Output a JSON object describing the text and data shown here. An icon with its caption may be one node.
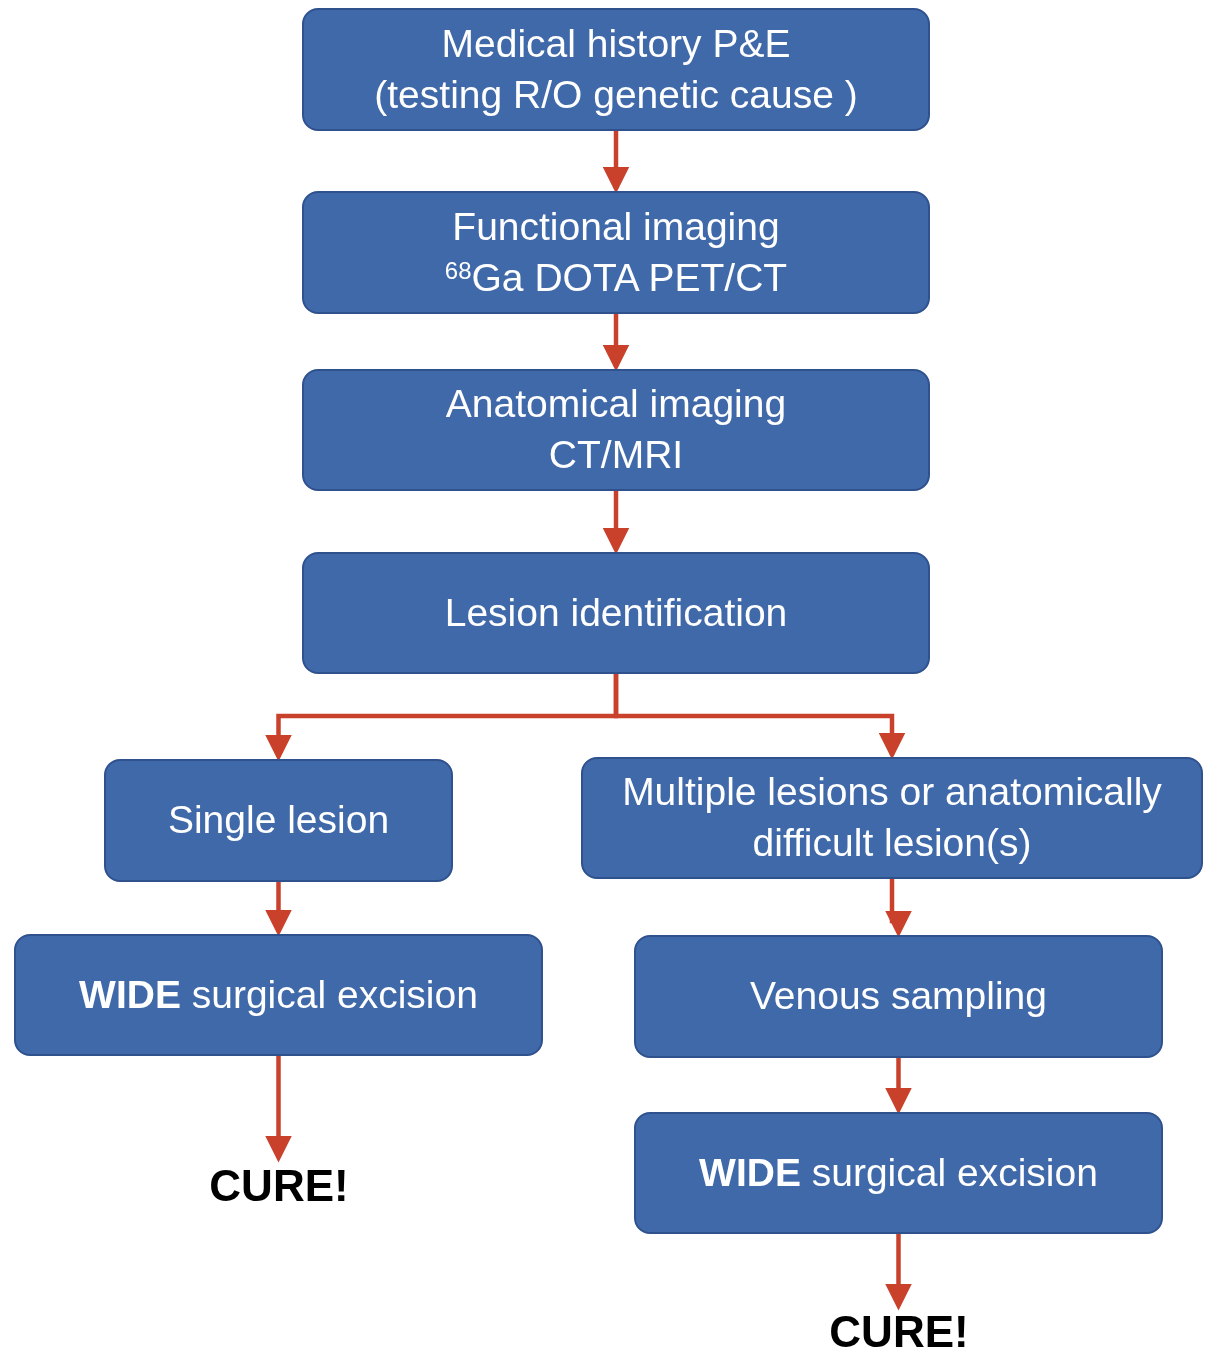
{
  "diagram": {
    "nodes": [
      {
        "text": [
          "Medical history P&E",
          "(testing R/O genetic cause )"
        ]
      },
      {
        "text": [
          "Functional imaging",
          "$^{68}$Ga DOTA PET/CT"
        ]
      },
      {
        "text": [
          "Anatomical imaging",
          "CT/MRI"
        ]
      },
      {
        "text": [
          "Lesion identification"
        ]
      },
      {
        "text": [
          "Single lesion"
        ]
      },
      {
        "text": [
          "Multiple lesions or anatomically difficult lesion(s)"
        ]
      },
      {
        "text": [
          "**WIDE** surgical excision"
        ]
      },
      {
        "text": [
          "Venous sampling"
        ]
      },
      {
        "text": [
          "**WIDE** surgical excision"
        ]
      },
      {
        "text": [
          "CURE!"
        ]
      },
      {
        "text": [
          "CURE!"
        ]
      }
    ],
    "edges": [
      {
        "from": 0,
        "to": 1,
        "arrow": "to"
      },
      {
        "from": 1,
        "to": 2,
        "arrow": "to"
      },
      {
        "from": 2,
        "to": 3,
        "arrow": "to"
      },
      {
        "from": 3,
        "to": 4,
        "arrow": "to"
      },
      {
        "from": 3,
        "to": 5,
        "arrow": "to"
      },
      {
        "from": 4,
        "to": 6,
        "arrow": "to"
      },
      {
        "from": 5,
        "to": 7,
        "arrow": "to"
      },
      {
        "from": 7,
        "to": 8,
        "arrow": "to"
      },
      {
        "from": 6,
        "to": 9,
        "arrow": "to"
      },
      {
        "from": 8,
        "to": 10,
        "arrow": "to"
      }
    ]
  }
}
